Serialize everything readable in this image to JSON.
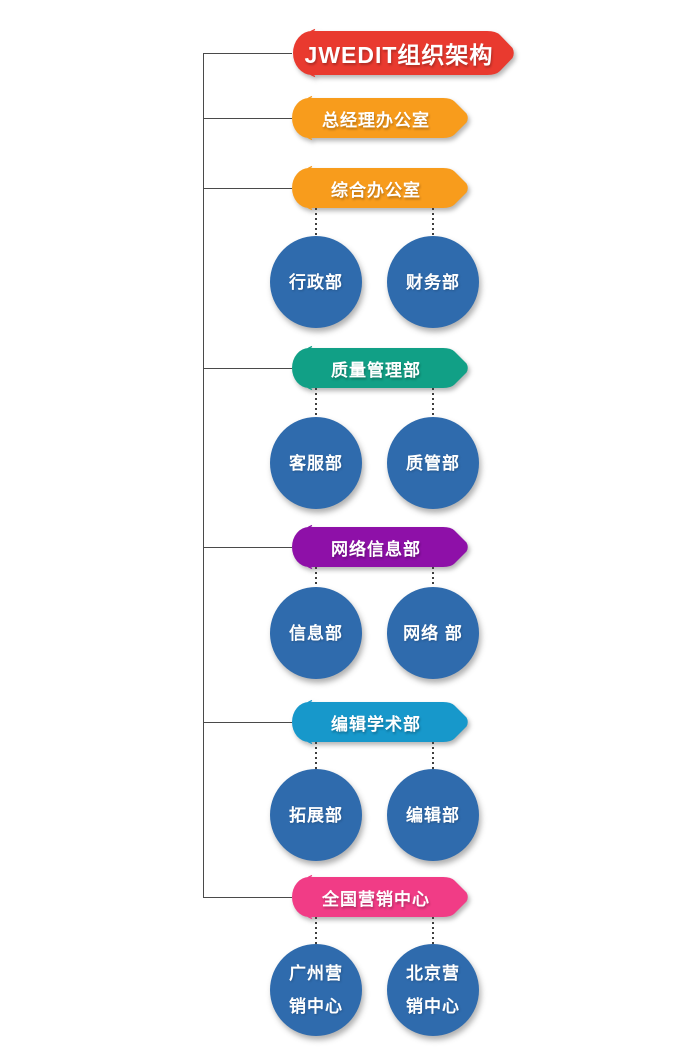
{
  "chart_title": "JWEDIT组织架构",
  "root": {
    "label": "JWEDIT组织架构",
    "color": "#E93A2F"
  },
  "departments": [
    {
      "label": "总经理办公室",
      "color": "#F89C1C",
      "children": []
    },
    {
      "label": "综合办公室",
      "color": "#F89C1C",
      "children": [
        {
          "name": "行政部",
          "lines": [
            "行政部"
          ]
        },
        {
          "name": "财务部",
          "lines": [
            "财务部"
          ]
        }
      ]
    },
    {
      "label": "质量管理部",
      "color": "#11A086",
      "children": [
        {
          "name": "客服部",
          "lines": [
            "客服部"
          ]
        },
        {
          "name": "质管部",
          "lines": [
            "质管部"
          ]
        }
      ]
    },
    {
      "label": "网络信息部",
      "color": "#8E10A8",
      "children": [
        {
          "name": "信息部",
          "lines": [
            "信息部"
          ]
        },
        {
          "name": "网络 部",
          "lines": [
            "网络 部"
          ]
        }
      ]
    },
    {
      "label": "编辑学术部",
      "color": "#1798CB",
      "children": [
        {
          "name": "拓展部",
          "lines": [
            "拓展部"
          ]
        },
        {
          "name": "编辑部",
          "lines": [
            "编辑部"
          ]
        }
      ]
    },
    {
      "label": "全国营销中心",
      "color": "#F13C86",
      "children": [
        {
          "name": "广州营销中心",
          "lines": [
            "广州营",
            "销中心"
          ]
        },
        {
          "name": "北京营销中心",
          "lines": [
            "北京营",
            "销中心"
          ]
        }
      ]
    }
  ],
  "node_fill": "#2F6BAD",
  "line_color": "#4a4a4a"
}
